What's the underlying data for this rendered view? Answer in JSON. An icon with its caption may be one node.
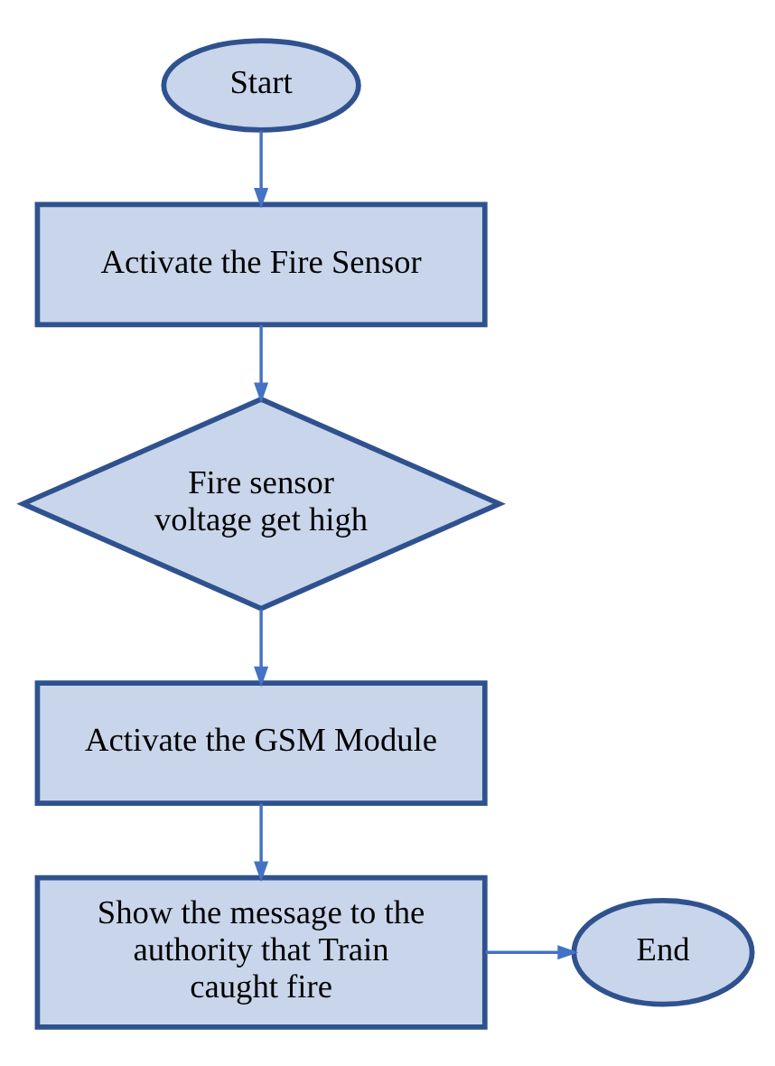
{
  "diagram": {
    "nodes": [
      {
        "text": [
          "Start"
        ]
      },
      {
        "text": [
          "Activate the Fire Sensor"
        ]
      },
      {
        "text": [
          "Fire sensor voltage get high"
        ]
      },
      {
        "text": [
          "Activate the GSM Module"
        ]
      },
      {
        "text": [
          "Show the message to the authority that Train caught fire"
        ]
      },
      {
        "text": [
          "End"
        ]
      }
    ],
    "edges": [
      {
        "from": 0,
        "to": 1,
        "arrow": "to"
      },
      {
        "from": 1,
        "to": 2,
        "arrow": "to"
      },
      {
        "from": 2,
        "to": 3,
        "arrow": "to"
      },
      {
        "from": 3,
        "to": 4,
        "arrow": "to"
      },
      {
        "from": 4,
        "to": 5,
        "arrow": "to"
      }
    ]
  }
}
